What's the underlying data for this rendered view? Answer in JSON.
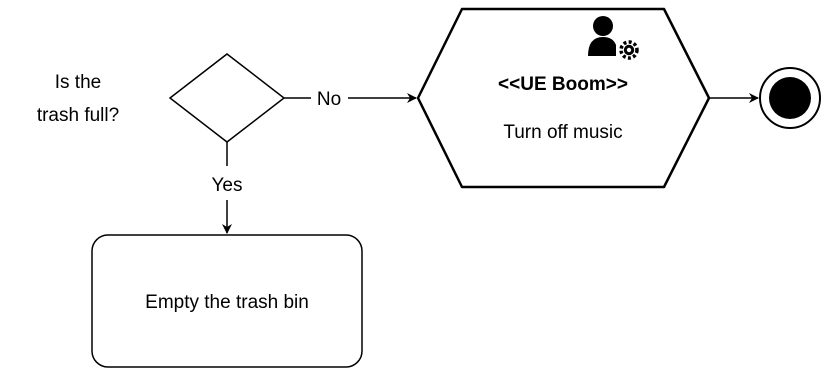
{
  "decision": {
    "question_line1": "Is the",
    "question_line2": "trash full?"
  },
  "edges": {
    "no_label": "No",
    "yes_label": "Yes"
  },
  "activity": {
    "stereotype": "<<UE Boom>>",
    "label": "Turn off music",
    "icon": "user-gear-icon"
  },
  "action": {
    "label": "Empty the trash bin"
  },
  "end_node": {
    "type": "final-node"
  },
  "colors": {
    "stroke": "#000000",
    "background": "#ffffff"
  }
}
